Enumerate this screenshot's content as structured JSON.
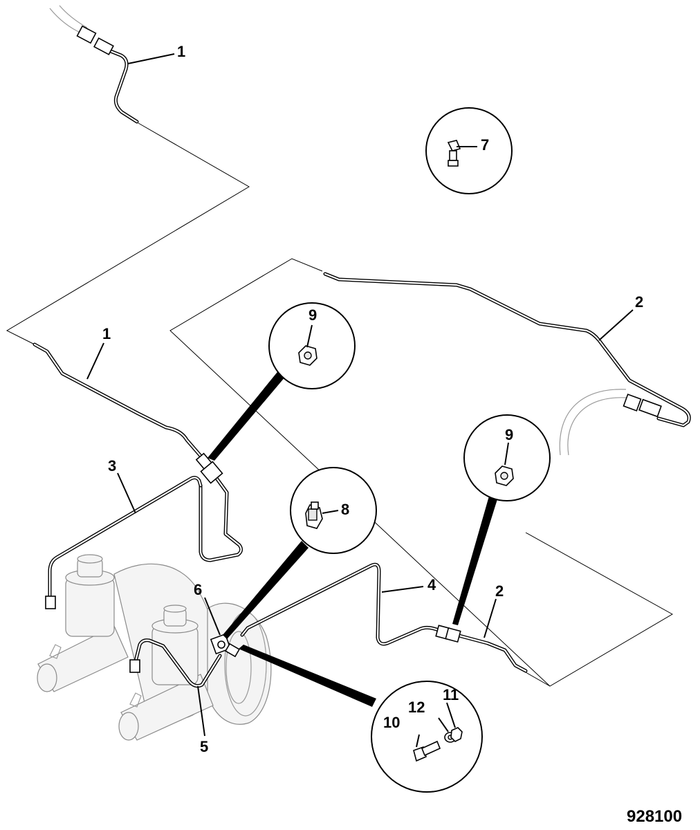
{
  "figure_number": "928100",
  "part_labels": {
    "p1_top": "1",
    "p1_mid": "1",
    "p2_right": "2",
    "p2_lower": "2",
    "p3": "3",
    "p4": "4",
    "p5": "5",
    "p6": "6",
    "p7": "7",
    "p8": "8",
    "p9_left": "9",
    "p9_right": "9",
    "p10": "10",
    "p11": "11",
    "p12": "12"
  }
}
